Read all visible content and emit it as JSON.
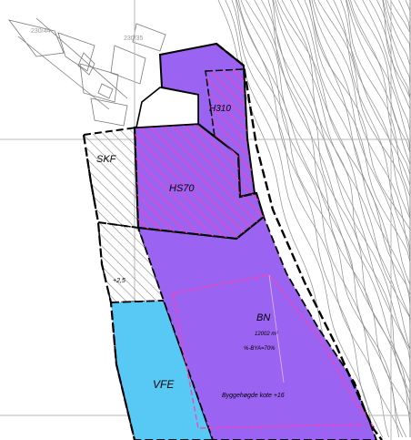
{
  "map": {
    "colors": {
      "background": "#ffffff",
      "residential": "#9b63f2",
      "hatch_pink": "#ff3fb4",
      "water": "#58c8f5",
      "boundary": "#000000",
      "contour": "#8c8c8c",
      "grid": "#b9b9b9"
    },
    "zones": [
      {
        "id": "skf",
        "label": "SKF"
      },
      {
        "id": "h570",
        "label": "HS70"
      },
      {
        "id": "h310",
        "label": "H310"
      },
      {
        "id": "bn",
        "label": "BN",
        "area": "12002 m²",
        "utilization": "%-BYA=70%",
        "height_note": "Byggehøgde kote +16"
      },
      {
        "id": "vfe",
        "label": "VFE"
      }
    ],
    "spot_elevation": "+2,5",
    "faint_labels": [
      "230/44",
      "230/35"
    ]
  }
}
